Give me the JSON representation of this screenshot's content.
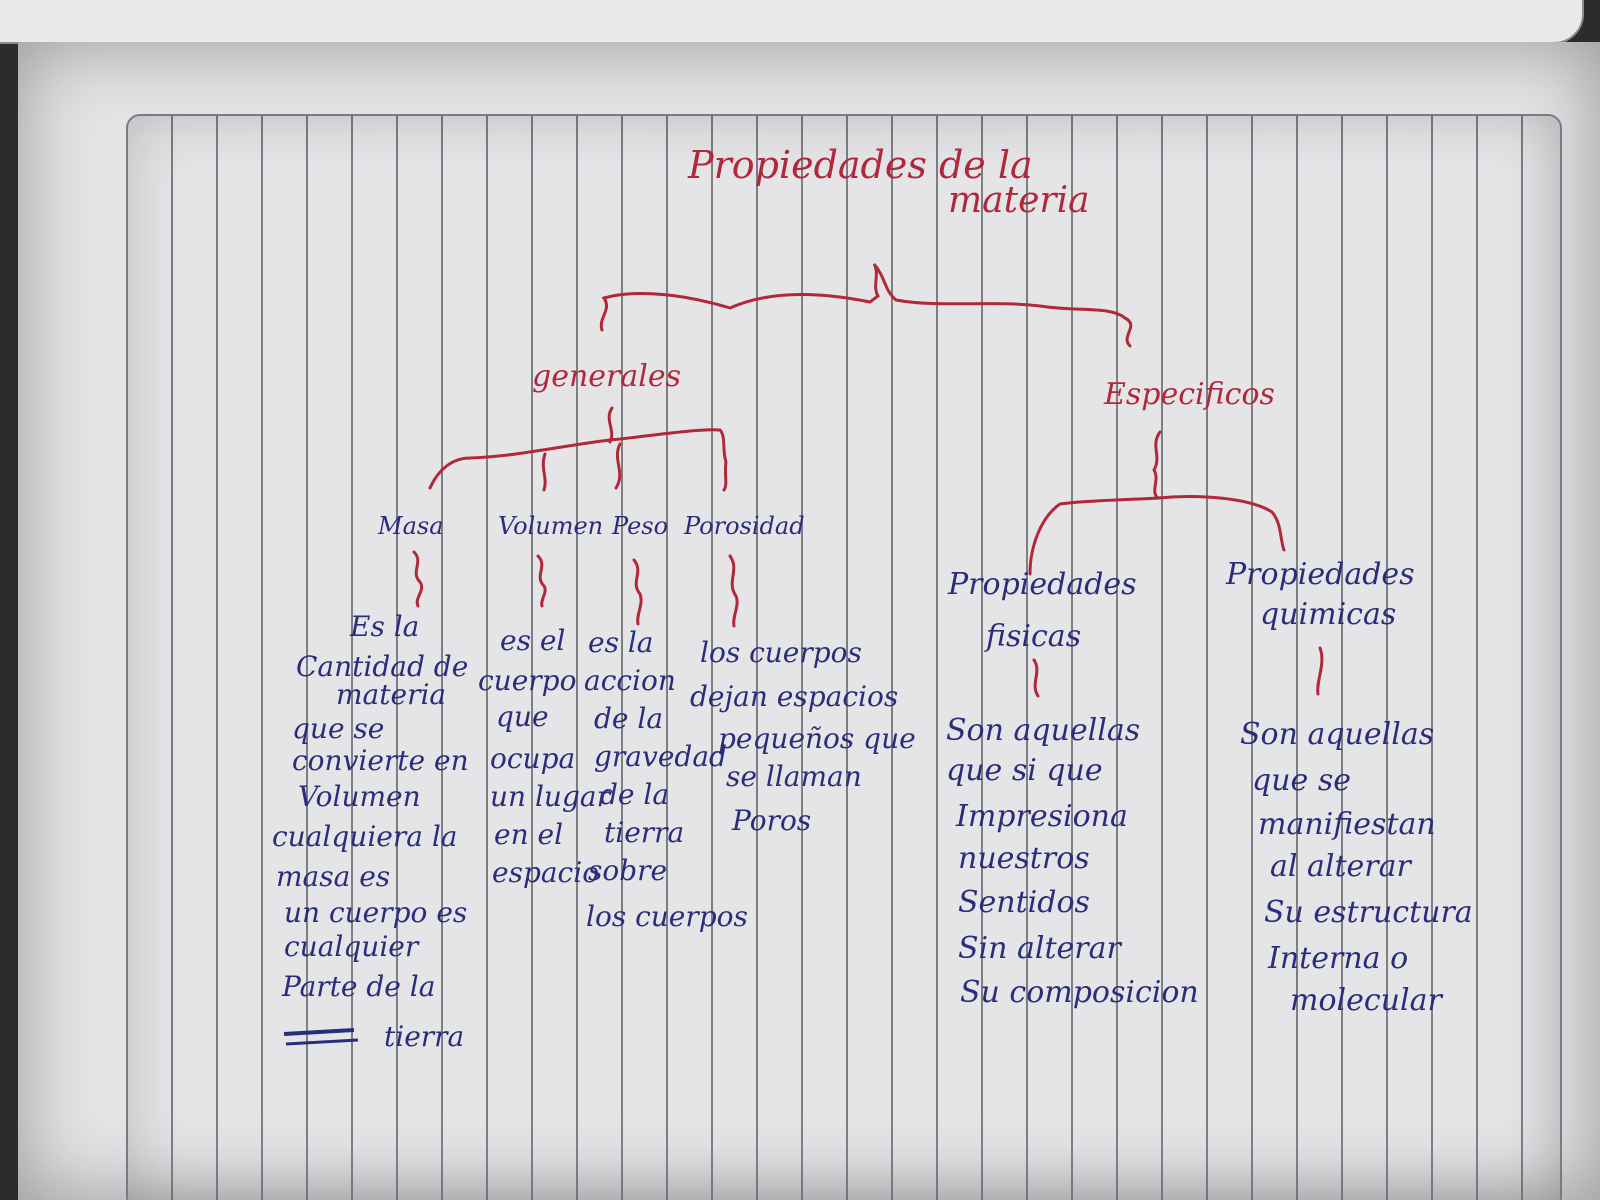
{
  "title": [
    "Propiedades de la",
    "materia"
  ],
  "branches": {
    "generales": {
      "label": "generales",
      "items": [
        {
          "label": "Masa",
          "text": [
            "Es la",
            "Cantidad de",
            "materia",
            "que se",
            "convierte en",
            "Volumen",
            "cualquiera la",
            "masa es",
            "un cuerpo es",
            "cualquier",
            "Parte de la",
            "tierra"
          ]
        },
        {
          "label": "Volumen",
          "text": [
            "es el",
            "cuerpo",
            "que",
            "ocupa",
            "un lugar",
            "en el",
            "espacio"
          ]
        },
        {
          "label": "Peso",
          "text": [
            "es la",
            "accion",
            "de la",
            "gravedad",
            "de la",
            "tierra",
            "sobre",
            "los cuerpos"
          ]
        },
        {
          "label": "Porosidad",
          "text": [
            "los cuerpos",
            "dejan espacios",
            "pequeños que",
            "se llaman",
            "Poros"
          ]
        }
      ]
    },
    "especificos": {
      "label": "Especificos",
      "items": [
        {
          "label": [
            "Propiedades",
            "fisicas"
          ],
          "text": [
            "Son aquellas",
            "que si que",
            "Impresiona",
            "nuestros",
            "Sentidos",
            "Sin alterar",
            "Su composicion"
          ]
        },
        {
          "label": [
            "Propiedades",
            "quimicas"
          ],
          "text": [
            "Son aquellas",
            "que se",
            "manifiestan",
            "al alterar",
            "Su estructura",
            "Interna o",
            "molecular"
          ]
        }
      ]
    }
  },
  "colors": {
    "red_ink": "#b0283a",
    "blue_ink": "#2a2e7a",
    "paper": "#e5e5e8"
  }
}
